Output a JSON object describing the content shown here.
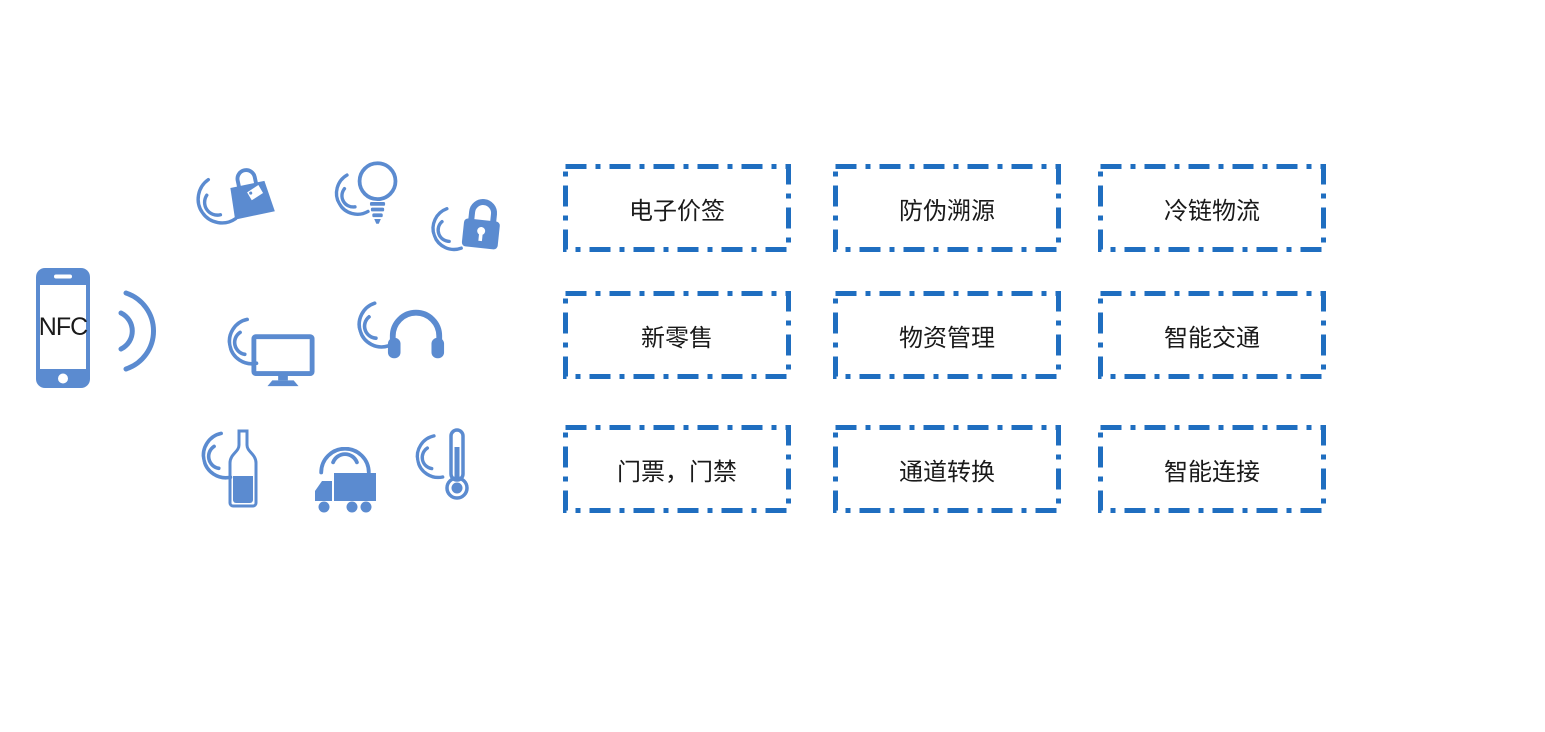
{
  "diagram": {
    "phone_label": "NFC"
  },
  "use_cases": [
    {
      "label": "电子价签"
    },
    {
      "label": "防伪溯源"
    },
    {
      "label": "冷链物流"
    },
    {
      "label": "新零售"
    },
    {
      "label": "物资管理"
    },
    {
      "label": "智能交通"
    },
    {
      "label": "门票，门禁"
    },
    {
      "label": "通道转换"
    },
    {
      "label": "智能连接"
    }
  ],
  "icons": [
    {
      "name": "nfc-phone-icon",
      "shape": "svg-smartphone"
    },
    {
      "name": "signal-waves-icon",
      "shape": "svg-arcs"
    },
    {
      "name": "shopping-bag-icon",
      "shape": "svg-bag-with-tag"
    },
    {
      "name": "light-bulb-icon",
      "shape": "svg-bulb"
    },
    {
      "name": "padlock-icon",
      "shape": "svg-lock"
    },
    {
      "name": "monitor-icon",
      "shape": "svg-monitor"
    },
    {
      "name": "headphones-icon",
      "shape": "svg-headphones"
    },
    {
      "name": "wine-bottle-icon",
      "shape": "svg-bottle"
    },
    {
      "name": "truck-icon",
      "shape": "svg-truck"
    },
    {
      "name": "thermometer-icon",
      "shape": "svg-thermometer"
    }
  ],
  "colors": {
    "icon_blue": "#5B8BD0",
    "dash_border_blue": "#1F6EC0",
    "label_text": "#1A1A1A",
    "background": "#FFFFFF"
  }
}
